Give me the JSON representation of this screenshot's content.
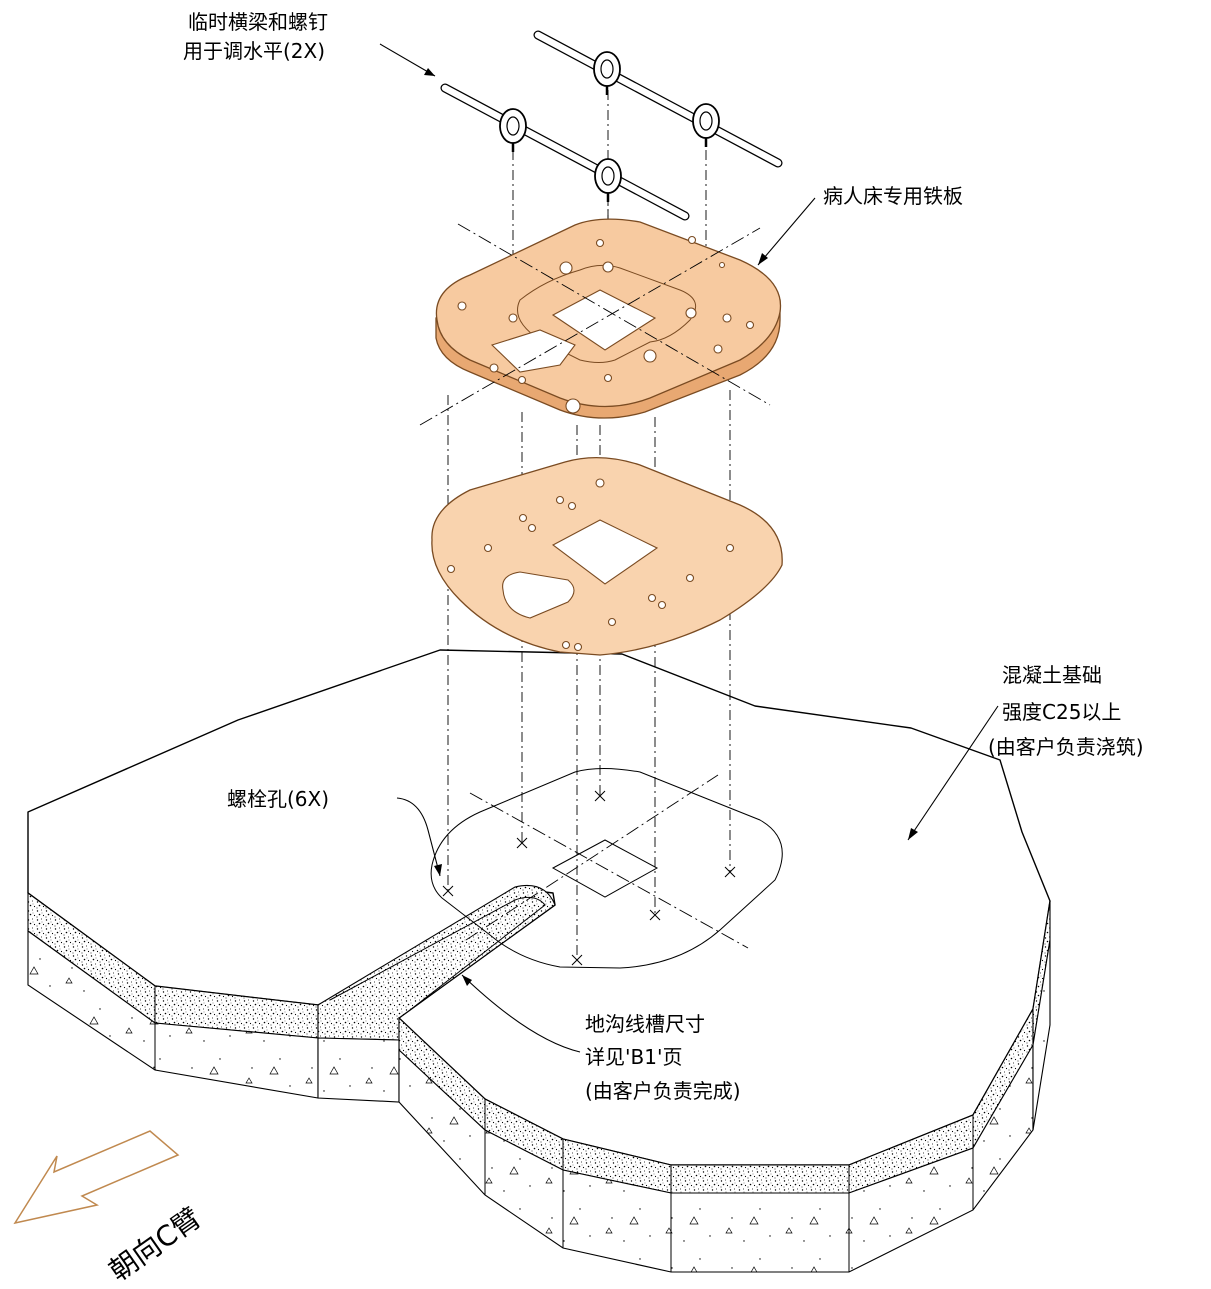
{
  "labels": {
    "crossbar_line1": "临时横梁和螺钉",
    "crossbar_line2": "用于调水平(2X)",
    "plate": "病人床专用铁板",
    "foundation_line1": "混凝土基础",
    "foundation_line2": "强度C25以上",
    "foundation_line3": "(由客户负责浇筑)",
    "bolt_holes": "螺栓孔(6X)",
    "trench_line1": "地沟线槽尺寸",
    "trench_line2": "详见'B1'页",
    "trench_line3": "(由客户负责完成)",
    "direction": "朝向C臂"
  },
  "colors": {
    "plate_fill": "#f7caa0",
    "plate_edge": "#7a4b22",
    "direction_arrow": "#c0894f",
    "line": "#000000"
  }
}
